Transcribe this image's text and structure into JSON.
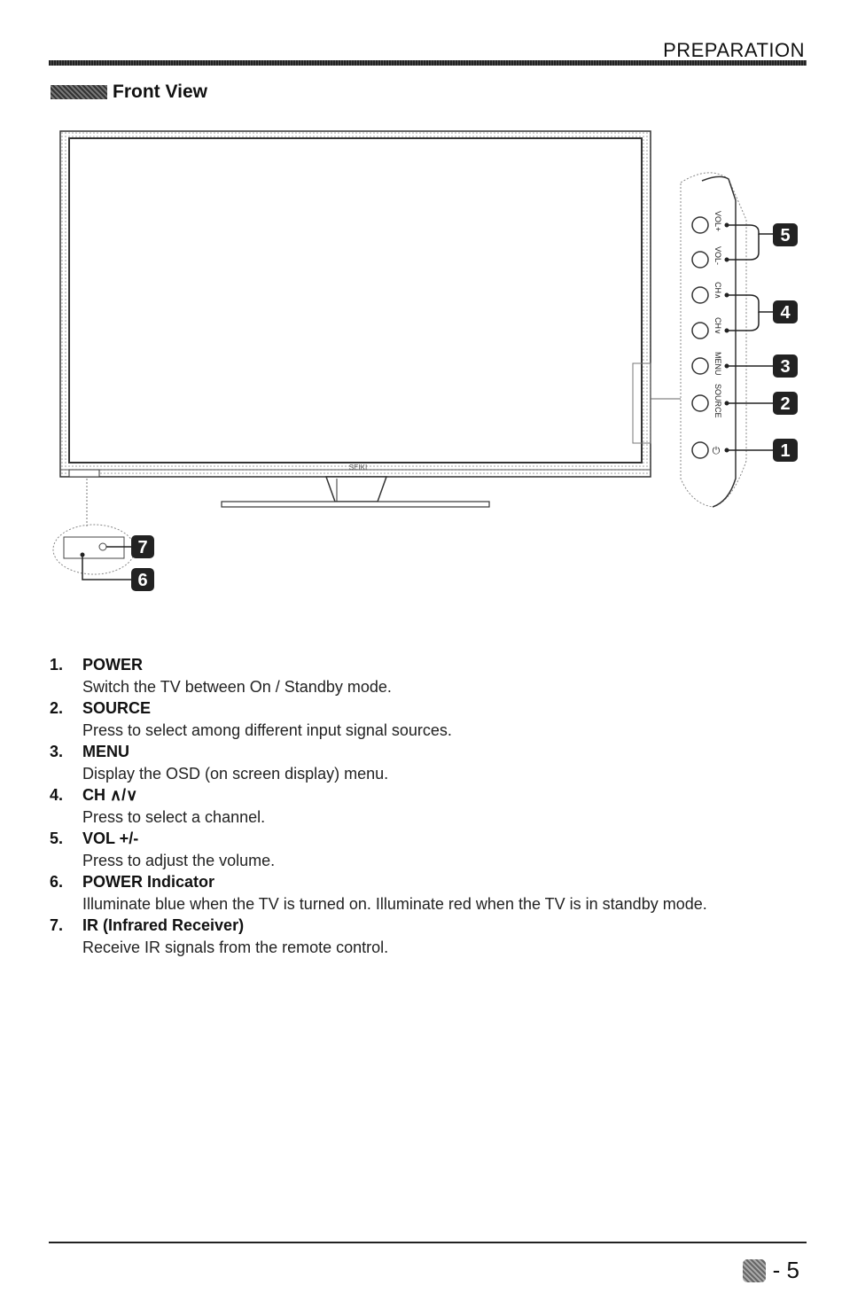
{
  "header": {
    "section_label": "PREPARATION",
    "title": "Front View"
  },
  "diagram": {
    "brand": "SEIKI",
    "side_buttons": [
      {
        "label": "VOL+"
      },
      {
        "label": "VOL-"
      },
      {
        "label": "CH∧"
      },
      {
        "label": "CH∨"
      },
      {
        "label": "MENU"
      },
      {
        "label": "SOURCE"
      },
      {
        "label": "⏻"
      }
    ],
    "callouts": [
      "5",
      "4",
      "3",
      "2",
      "1",
      "7",
      "6"
    ]
  },
  "items": [
    {
      "num": "1.",
      "title": "POWER",
      "desc": "Switch the TV between On / Standby mode."
    },
    {
      "num": "2.",
      "title": "SOURCE",
      "desc": "Press to select among different input signal sources."
    },
    {
      "num": "3.",
      "title": "MENU",
      "desc": "Display the OSD (on screen display) menu."
    },
    {
      "num": "4.",
      "title": "CH ∧/∨",
      "desc": "Press to select a channel."
    },
    {
      "num": "5.",
      "title": "VOL +/-",
      "desc": "Press to adjust the volume."
    },
    {
      "num": "6.",
      "title": "POWER Indicator",
      "desc": "Illuminate blue when the TV is turned on. Illuminate red when the TV is in standby mode."
    },
    {
      "num": "7.",
      "title": "IR (Infrared Receiver)",
      "desc": "Receive IR signals from the remote control."
    }
  ],
  "footer": {
    "page_number": "- 5"
  }
}
